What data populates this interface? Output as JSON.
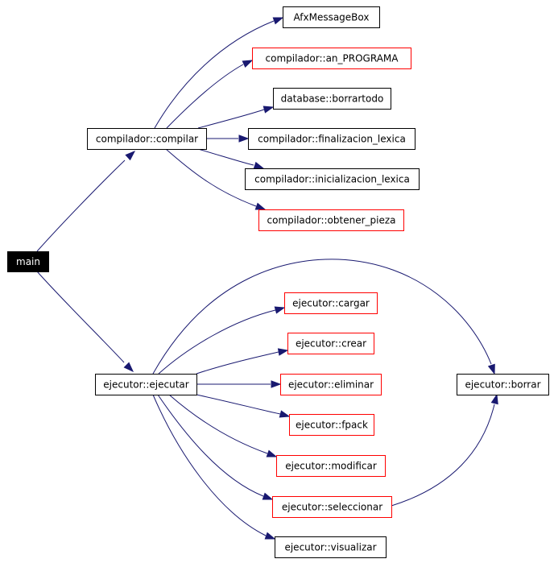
{
  "colors": {
    "edge": "#191970",
    "documented_border": "#000000",
    "undocumented_border": "#ff0000",
    "root_fill": "#000000",
    "root_text": "#ffffff",
    "node_fill": "#ffffff",
    "node_text": "#000000"
  },
  "nodes": [
    {
      "id": "main",
      "label": "main",
      "style": "root"
    },
    {
      "id": "compilar",
      "label": "compilador::compilar",
      "style": "normal"
    },
    {
      "id": "afx",
      "label": "AfxMessageBox",
      "style": "normal"
    },
    {
      "id": "an_programa",
      "label": "compilador::an_PROGRAMA",
      "style": "red"
    },
    {
      "id": "borrartodo",
      "label": "database::borrartodo",
      "style": "normal"
    },
    {
      "id": "fin_lex",
      "label": "compilador::finalizacion_lexica",
      "style": "normal"
    },
    {
      "id": "ini_lex",
      "label": "compilador::inicializacion_lexica",
      "style": "normal"
    },
    {
      "id": "obt_pieza",
      "label": "compilador::obtener_pieza",
      "style": "red"
    },
    {
      "id": "ejecutar",
      "label": "ejecutor::ejecutar",
      "style": "normal"
    },
    {
      "id": "cargar",
      "label": "ejecutor::cargar",
      "style": "red"
    },
    {
      "id": "crear",
      "label": "ejecutor::crear",
      "style": "red"
    },
    {
      "id": "eliminar",
      "label": "ejecutor::eliminar",
      "style": "red"
    },
    {
      "id": "fpack",
      "label": "ejecutor::fpack",
      "style": "red"
    },
    {
      "id": "modificar",
      "label": "ejecutor::modificar",
      "style": "red"
    },
    {
      "id": "seleccionar",
      "label": "ejecutor::seleccionar",
      "style": "red"
    },
    {
      "id": "visualizar",
      "label": "ejecutor::visualizar",
      "style": "normal"
    },
    {
      "id": "borrar",
      "label": "ejecutor::borrar",
      "style": "normal"
    }
  ],
  "edges": [
    {
      "from": "main",
      "to": "compilar"
    },
    {
      "from": "main",
      "to": "ejecutar"
    },
    {
      "from": "compilar",
      "to": "afx"
    },
    {
      "from": "compilar",
      "to": "an_programa"
    },
    {
      "from": "compilar",
      "to": "borrartodo"
    },
    {
      "from": "compilar",
      "to": "fin_lex"
    },
    {
      "from": "compilar",
      "to": "ini_lex"
    },
    {
      "from": "compilar",
      "to": "obt_pieza"
    },
    {
      "from": "ejecutar",
      "to": "borrar"
    },
    {
      "from": "ejecutar",
      "to": "cargar"
    },
    {
      "from": "ejecutar",
      "to": "crear"
    },
    {
      "from": "ejecutar",
      "to": "eliminar"
    },
    {
      "from": "ejecutar",
      "to": "fpack"
    },
    {
      "from": "ejecutar",
      "to": "modificar"
    },
    {
      "from": "ejecutar",
      "to": "seleccionar"
    },
    {
      "from": "ejecutar",
      "to": "visualizar"
    },
    {
      "from": "seleccionar",
      "to": "borrar"
    }
  ]
}
